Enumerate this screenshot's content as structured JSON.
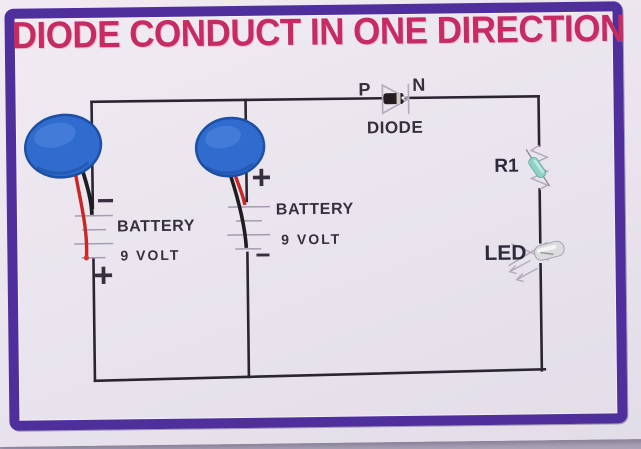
{
  "poster": {
    "title": "DIODE CONDUCT IN ONE DIRECTION"
  },
  "circuit": {
    "diode": {
      "p_label": "P",
      "n_label": "N",
      "name": "DIODE"
    },
    "batteries": [
      {
        "name": "BATTERY",
        "voltage": "9 VOLT",
        "top_sign": "−",
        "bottom_sign": "+"
      },
      {
        "name": "BATTERY",
        "voltage": "9 VOLT",
        "top_sign": "+",
        "bottom_sign": "−"
      }
    ],
    "resistor": {
      "name": "R1"
    },
    "led": {
      "name": "LED"
    }
  },
  "colors": {
    "frame_purple": "#4e2f9c",
    "title_pink": "#c62b62",
    "paper": "#eae5ee",
    "surface": "#b5aec0",
    "wire_black": "#2b2531",
    "battery_blue": "#2f6ccd",
    "lead_red": "#c92626",
    "lead_black": "#201d22",
    "resistor_teal": "#8fd1c7",
    "led_silver": "#dcdcdf",
    "pencil_gray": "#b3aabc"
  }
}
